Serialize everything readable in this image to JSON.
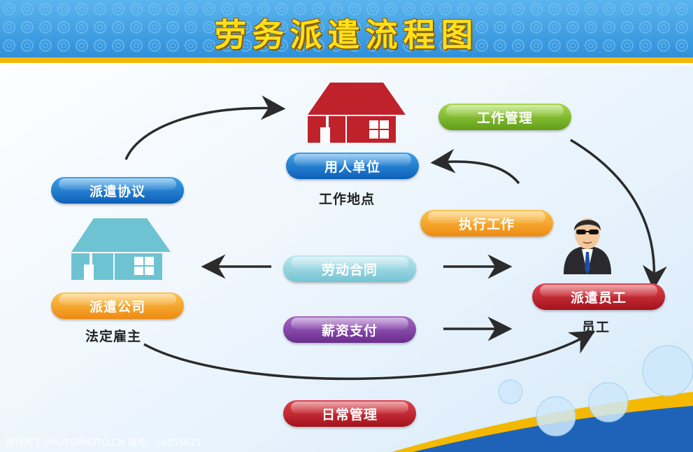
{
  "title": "劳务派遣流程图",
  "colors": {
    "header_blue": "#4aa6e8",
    "gold_band": "#f5b800",
    "arrow": "#2b2b2b",
    "employer_house": "#c0222b",
    "agency_house": "#6ec3d3"
  },
  "nodes": {
    "employer": {
      "label": "用人单位",
      "sub": "工作地点"
    },
    "agency": {
      "label": "派遣公司",
      "sub": "法定雇主"
    },
    "employee": {
      "label": "派遣员工",
      "sub": "员工"
    }
  },
  "relations": {
    "dispatch_agreement": "派遣协议",
    "work_management": "工作管理",
    "perform_work": "执行工作",
    "labor_contract": "劳动合同",
    "salary_payment": "薪资支付",
    "daily_management": "日常管理"
  },
  "watermark": "图行天下 PHOTOPHOTO.CN 编号：25855615",
  "icons": [
    "employer-house-icon",
    "agency-house-icon",
    "employee-person-icon"
  ]
}
